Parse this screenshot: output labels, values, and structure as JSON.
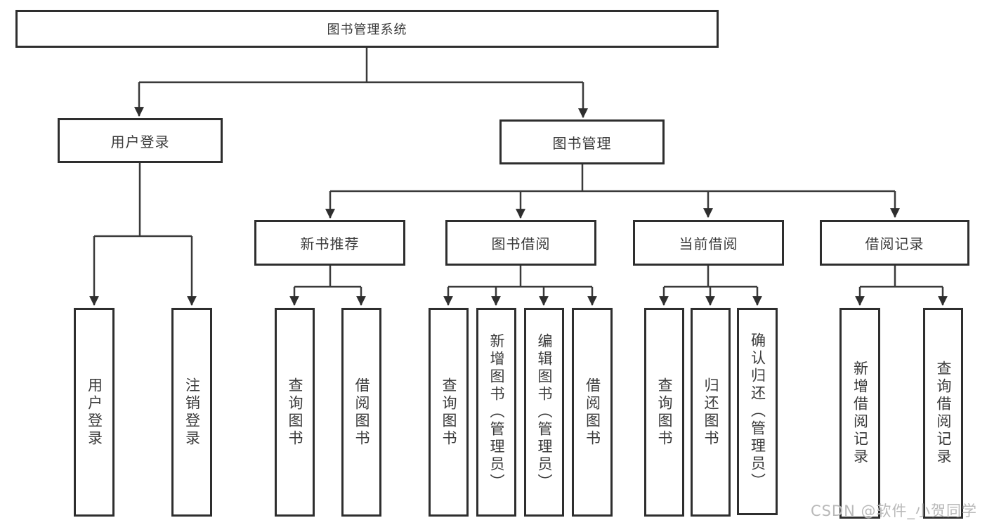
{
  "root": {
    "label": "图书管理系统"
  },
  "branches": [
    {
      "label": "用户登录",
      "children": [
        {
          "label": "用户登录"
        },
        {
          "label": "注销登录"
        }
      ]
    },
    {
      "label": "图书管理",
      "children": [
        {
          "label": "新书推荐",
          "children": [
            {
              "label": "查询图书"
            },
            {
              "label": "借阅图书"
            }
          ]
        },
        {
          "label": "图书借阅",
          "children": [
            {
              "label": "查询图书"
            },
            {
              "label": "新增图书（管理员）"
            },
            {
              "label": "编辑图书（管理员）"
            },
            {
              "label": "借阅图书"
            }
          ]
        },
        {
          "label": "当前借阅",
          "children": [
            {
              "label": "查询图书"
            },
            {
              "label": "归还图书"
            },
            {
              "label": "确认归还（管理员）"
            }
          ]
        },
        {
          "label": "借阅记录",
          "children": [
            {
              "label": "新增借阅记录"
            },
            {
              "label": "查询借阅记录"
            }
          ]
        }
      ]
    }
  ],
  "watermark": "CSDN @软件_小贺同学",
  "colors": {
    "line": "#3a3a3a",
    "box_border": "#2e2e2e",
    "text": "#3a3a3a",
    "watermark": "#b9b9b9",
    "background": "#ffffff"
  }
}
